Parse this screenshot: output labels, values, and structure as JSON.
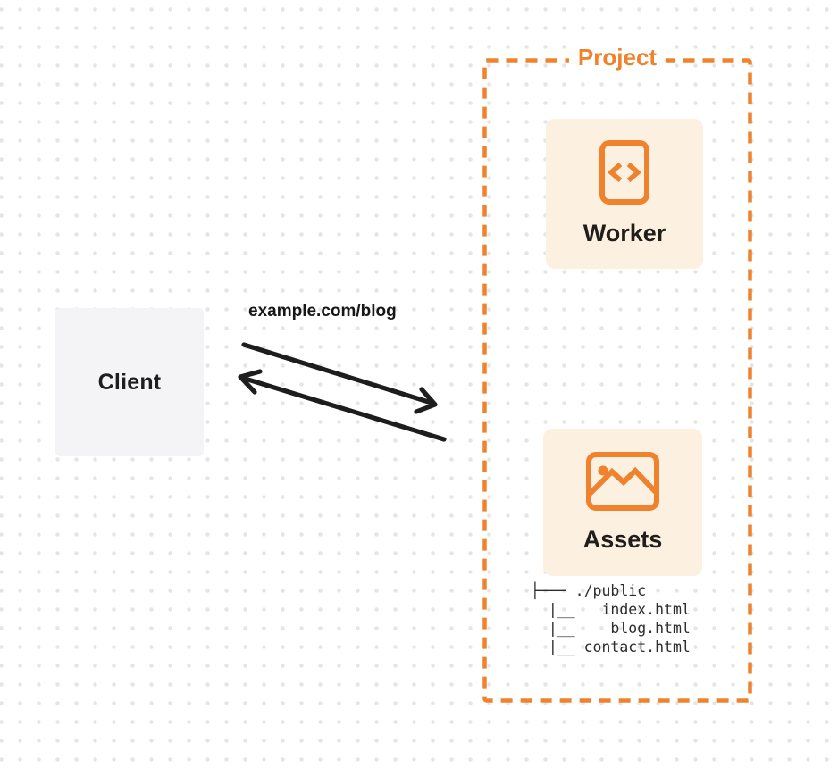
{
  "diagram": {
    "client": {
      "label": "Client"
    },
    "request": {
      "label": "example.com/blog"
    },
    "project": {
      "label": "Project",
      "worker": {
        "label": "Worker",
        "icon": "code-document-icon"
      },
      "assets": {
        "label": "Assets",
        "icon": "image-landscape-icon",
        "file_tree": {
          "lines": [
            "├─── ./public",
            "  |__   index.html",
            "  |__    blog.html",
            "  |__ contact.html"
          ]
        }
      }
    },
    "colors": {
      "accent_orange": "#F0822D",
      "card_background": "#FCF0E1",
      "client_background": "#F4F4F6",
      "text_dark": "#1E1E20",
      "arrow_black": "#1D1D1D",
      "dot_grid": "#E5E5E7"
    }
  }
}
